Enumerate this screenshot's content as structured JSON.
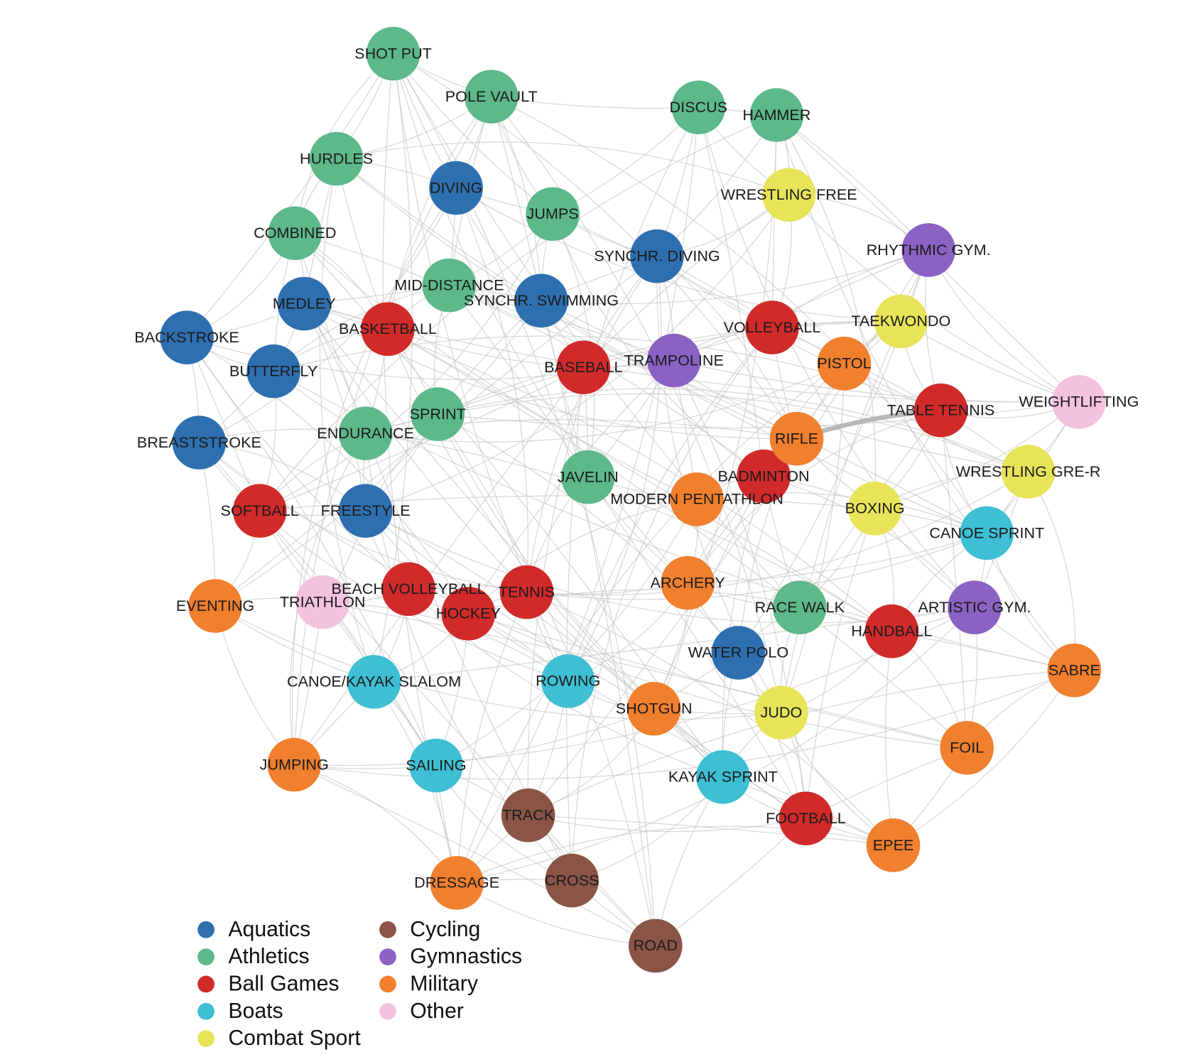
{
  "chart_data": {
    "type": "network",
    "title": "",
    "legend": {
      "placement": "bottom-left",
      "entries": [
        {
          "label": "Aquatics",
          "color": "#2E6FB0"
        },
        {
          "label": "Athletics",
          "color": "#5DB88A"
        },
        {
          "label": "Ball Games",
          "color": "#D12A2A"
        },
        {
          "label": "Boats",
          "color": "#3EBFD3"
        },
        {
          "label": "Combat Sport",
          "color": "#E8E45A"
        },
        {
          "label": "Cycling",
          "color": "#8A5446"
        },
        {
          "label": "Gymnastics",
          "color": "#8B62C4"
        },
        {
          "label": "Military",
          "color": "#F07F2E"
        },
        {
          "label": "Other",
          "color": "#F3C2DE"
        }
      ]
    },
    "nodes": [
      {
        "label": "SHOT PUT",
        "group": "Athletics"
      },
      {
        "label": "POLE VAULT",
        "group": "Athletics"
      },
      {
        "label": "DISCUS",
        "group": "Athletics"
      },
      {
        "label": "HAMMER",
        "group": "Athletics"
      },
      {
        "label": "HURDLES",
        "group": "Athletics"
      },
      {
        "label": "JUMPS",
        "group": "Athletics"
      },
      {
        "label": "COMBINED",
        "group": "Athletics"
      },
      {
        "label": "MID-DISTANCE",
        "group": "Athletics"
      },
      {
        "label": "SPRINT",
        "group": "Athletics"
      },
      {
        "label": "ENDURANCE",
        "group": "Athletics"
      },
      {
        "label": "JAVELIN",
        "group": "Athletics"
      },
      {
        "label": "RACE WALK",
        "group": "Athletics"
      },
      {
        "label": "DIVING",
        "group": "Aquatics"
      },
      {
        "label": "SYNCHR. DIVING",
        "group": "Aquatics"
      },
      {
        "label": "SYNCHR. SWIMMING",
        "group": "Aquatics"
      },
      {
        "label": "MEDLEY",
        "group": "Aquatics"
      },
      {
        "label": "BACKSTROKE",
        "group": "Aquatics"
      },
      {
        "label": "BUTTERFLY",
        "group": "Aquatics"
      },
      {
        "label": "BREASTSTROKE",
        "group": "Aquatics"
      },
      {
        "label": "FREESTYLE",
        "group": "Aquatics"
      },
      {
        "label": "WATER POLO",
        "group": "Aquatics"
      },
      {
        "label": "BASKETBALL",
        "group": "Ball Games"
      },
      {
        "label": "BASEBALL",
        "group": "Ball Games"
      },
      {
        "label": "VOLLEYBALL",
        "group": "Ball Games"
      },
      {
        "label": "TABLE TENNIS",
        "group": "Ball Games"
      },
      {
        "label": "BADMINTON",
        "group": "Ball Games"
      },
      {
        "label": "SOFTBALL",
        "group": "Ball Games"
      },
      {
        "label": "BEACH VOLLEYBALL",
        "group": "Ball Games"
      },
      {
        "label": "TENNIS",
        "group": "Ball Games"
      },
      {
        "label": "HOCKEY",
        "group": "Ball Games"
      },
      {
        "label": "HANDBALL",
        "group": "Ball Games"
      },
      {
        "label": "FOOTBALL",
        "group": "Ball Games"
      },
      {
        "label": "RHYTHMIC GYM.",
        "group": "Gymnastics"
      },
      {
        "label": "TRAMPOLINE",
        "group": "Gymnastics"
      },
      {
        "label": "ARTISTIC GYM.",
        "group": "Gymnastics"
      },
      {
        "label": "WRESTLING FREE",
        "group": "Combat Sport"
      },
      {
        "label": "TAEKWONDO",
        "group": "Combat Sport"
      },
      {
        "label": "WRESTLING GRE-R",
        "group": "Combat Sport"
      },
      {
        "label": "BOXING",
        "group": "Combat Sport"
      },
      {
        "label": "JUDO",
        "group": "Combat Sport"
      },
      {
        "label": "PISTOL",
        "group": "Military"
      },
      {
        "label": "RIFLE",
        "group": "Military"
      },
      {
        "label": "MODERN PENTATHLON",
        "group": "Military"
      },
      {
        "label": "ARCHERY",
        "group": "Military"
      },
      {
        "label": "EVENTING",
        "group": "Military"
      },
      {
        "label": "SHOTGUN",
        "group": "Military"
      },
      {
        "label": "SABRE",
        "group": "Military"
      },
      {
        "label": "FOIL",
        "group": "Military"
      },
      {
        "label": "JUMPING",
        "group": "Military"
      },
      {
        "label": "EPEE",
        "group": "Military"
      },
      {
        "label": "DRESSAGE",
        "group": "Military"
      },
      {
        "label": "CANOE SPRINT",
        "group": "Boats"
      },
      {
        "label": "CANOE/KAYAK SLALOM",
        "group": "Boats"
      },
      {
        "label": "ROWING",
        "group": "Boats"
      },
      {
        "label": "SAILING",
        "group": "Boats"
      },
      {
        "label": "KAYAK SPRINT",
        "group": "Boats"
      },
      {
        "label": "TRACK",
        "group": "Cycling"
      },
      {
        "label": "CROSS",
        "group": "Cycling"
      },
      {
        "label": "ROAD",
        "group": "Cycling"
      },
      {
        "label": "WEIGHTLIFTING",
        "group": "Other"
      },
      {
        "label": "TRIATHLON",
        "group": "Other"
      }
    ],
    "highlighted_edges": [
      {
        "source": "RIFLE",
        "target": "TABLE TENNIS"
      }
    ]
  }
}
